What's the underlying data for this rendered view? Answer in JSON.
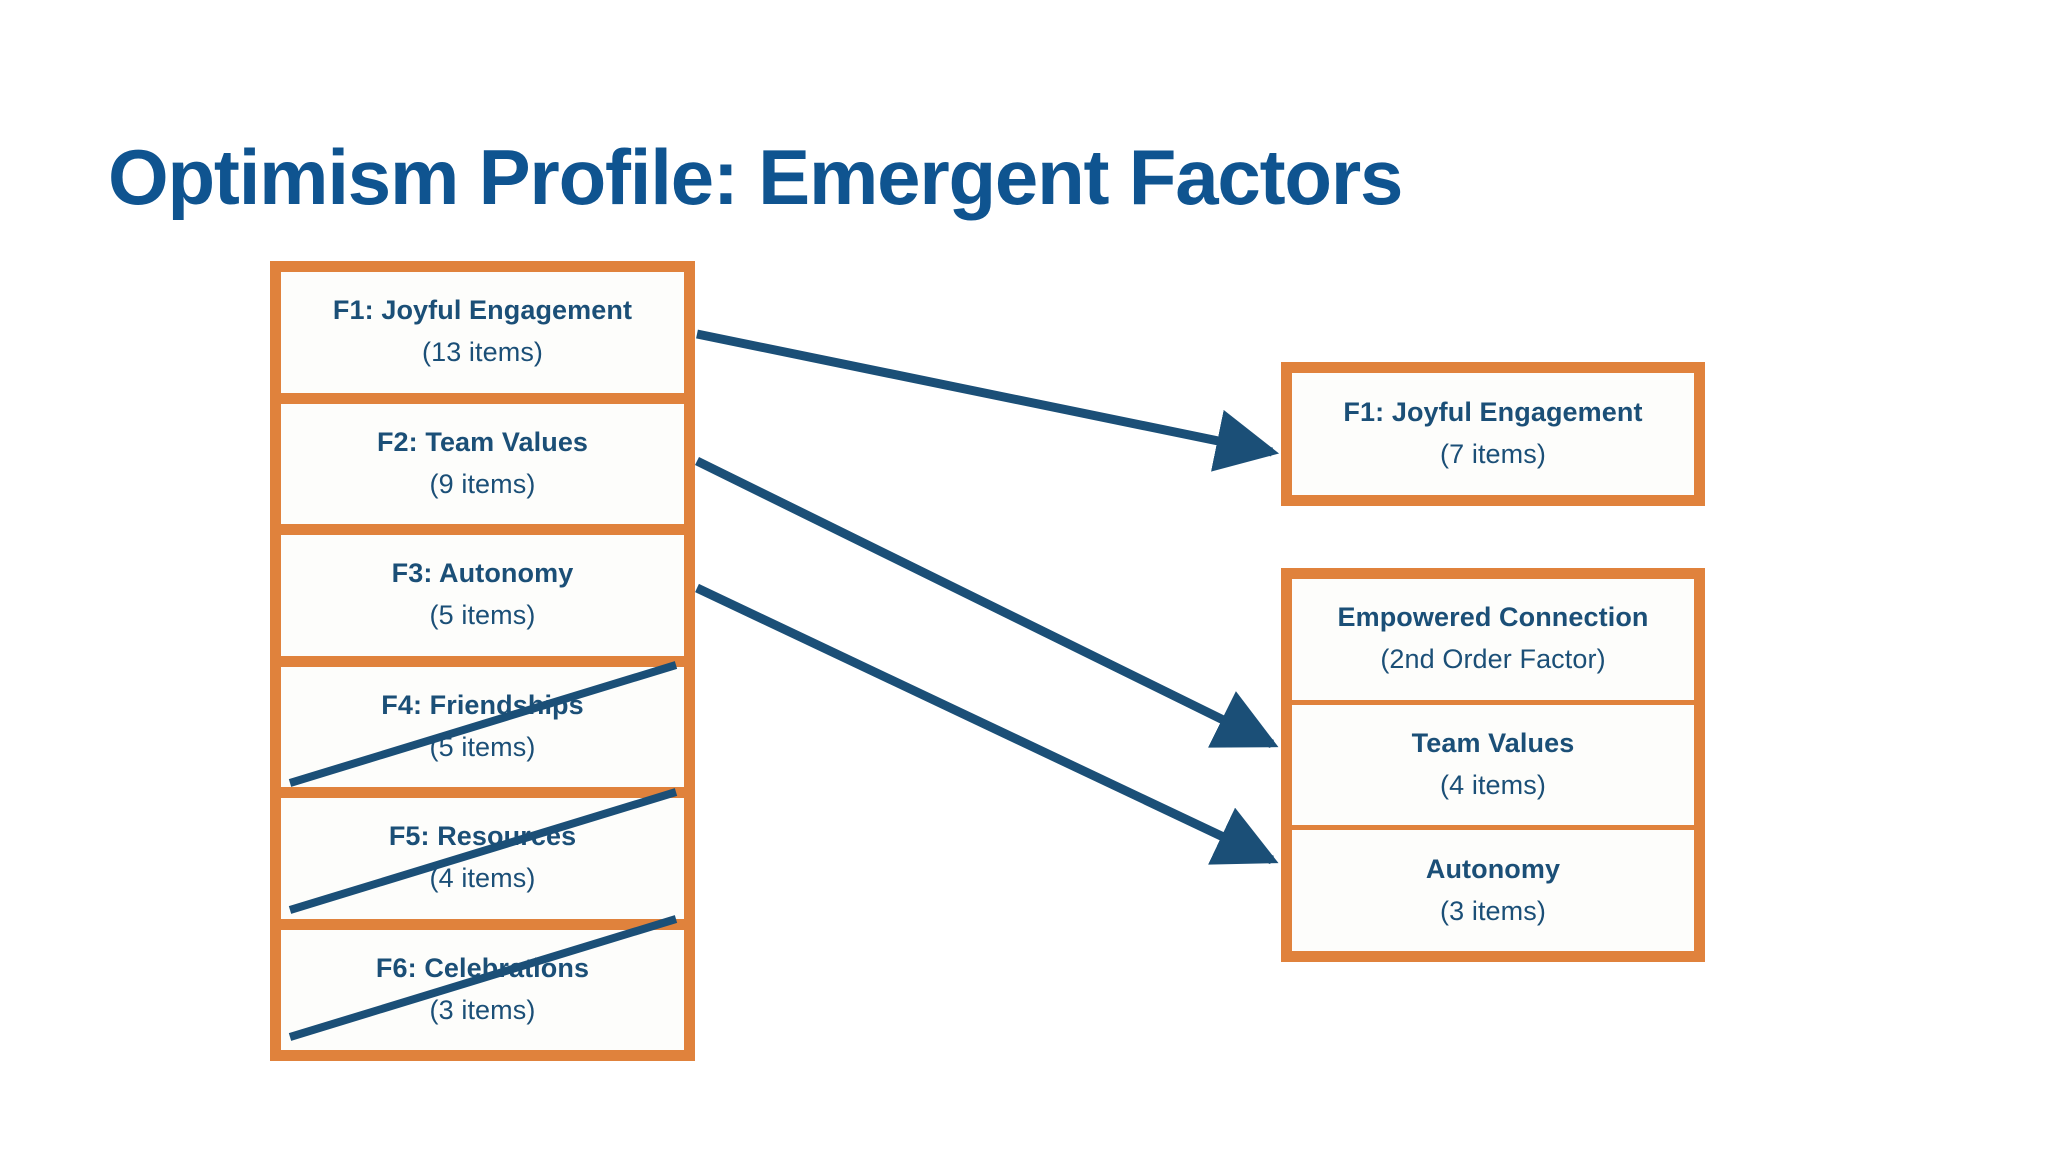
{
  "slide": {
    "title": "Optimism Profile: Emergent Factors",
    "background_color": "#FFFFFF",
    "accent_orange": "#E0823C",
    "accent_navy": "#1B4F77",
    "title_color": "#0F5490"
  },
  "left_column": {
    "name": "Original factor structure",
    "items": [
      {
        "label": "F1: Joyful Engagement",
        "count": "(13 items)",
        "struck_out": false
      },
      {
        "label": "F2: Team Values",
        "count": "(9 items)",
        "struck_out": false
      },
      {
        "label": "F3: Autonomy",
        "count": "(5 items)",
        "struck_out": false
      },
      {
        "label": "F4: Friendships",
        "count": "(5 items)",
        "struck_out": true
      },
      {
        "label": "F5: Resources",
        "count": "(4 items)",
        "struck_out": true
      },
      {
        "label": "F6: Celebrations",
        "count": "(3 items)",
        "struck_out": true
      }
    ]
  },
  "right_boxes": [
    {
      "name": "joyful-engagement",
      "cells": [
        {
          "label": "F1: Joyful Engagement",
          "count": "(7 items)"
        }
      ]
    },
    {
      "name": "empowered-connection",
      "cells": [
        {
          "label": "Empowered Connection",
          "count": "(2nd Order Factor)"
        },
        {
          "label": "Team Values",
          "count": "(4 items)"
        },
        {
          "label": "Autonomy",
          "count": "(3 items)"
        }
      ]
    }
  ],
  "arrows": [
    {
      "from": "F1: Joyful Engagement",
      "to": "F1: Joyful Engagement",
      "color": "#1B4F77"
    },
    {
      "from": "F2: Team Values",
      "to": "Team Values",
      "color": "#1B4F77"
    },
    {
      "from": "F3: Autonomy",
      "to": "Autonomy",
      "color": "#1B4F77"
    }
  ],
  "strikethroughs": [
    {
      "target": "F4: Friendships",
      "color": "#1B4F77"
    },
    {
      "target": "F5: Resources",
      "color": "#1B4F77"
    },
    {
      "target": "F6: Celebrations",
      "color": "#1B4F77"
    }
  ]
}
